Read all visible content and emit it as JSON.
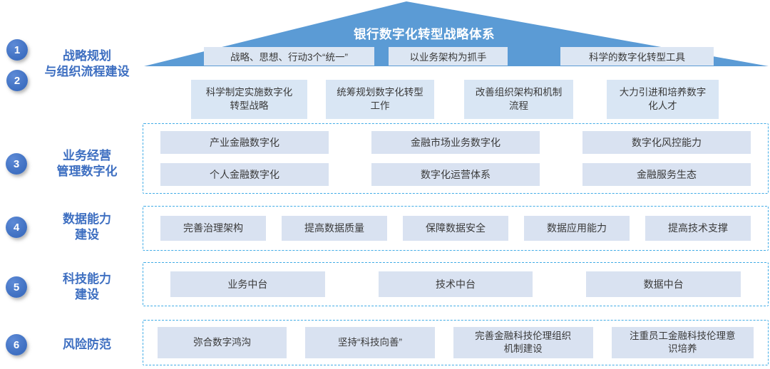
{
  "roof": {
    "title": "银行数字化转型战略体系",
    "chips": [
      "战略、思想、行动3个“统一”",
      "以业务架构为抓手",
      "科学的数字化转型工具"
    ]
  },
  "sections": [
    {
      "badges": [
        "1",
        "2"
      ],
      "label": "战略规划\n与组织流程建设"
    },
    {
      "badges": [
        "3"
      ],
      "label": "业务经营\n管理数字化"
    },
    {
      "badges": [
        "4"
      ],
      "label": "数据能力\n建设"
    },
    {
      "badges": [
        "5"
      ],
      "label": "科技能力\n建设"
    },
    {
      "badges": [
        "6"
      ],
      "label": "风险防范"
    }
  ],
  "strategy_items": [
    "科学制定实施数字化\n转型战略",
    "统筹规划数字化转型\n工作",
    "改善组织架构和机制\n流程",
    "大力引进和培养数字\n化人才"
  ],
  "business_items": [
    "产业金融数字化",
    "金融市场业务数字化",
    "数字化风控能力",
    "个人金融数字化",
    "数字化运营体系",
    "金融服务生态"
  ],
  "data_items": [
    "完善治理架构",
    "提高数据质量",
    "保障数据安全",
    "数据应用能力",
    "提高技术支撑"
  ],
  "tech_items": [
    "业务中台",
    "技术中台",
    "数据中台"
  ],
  "risk_items": [
    "弥合数字鸿沟",
    "坚持“科技向善”",
    "完善金融科技伦理组织\n机制建设",
    "注重员工金融科技伦理意\n识培养"
  ],
  "colors": {
    "roof": "#5B9BD5",
    "badge": "#3E6FC1",
    "chip_bg": "#DCE6F3",
    "box_bg": "#D9E2F1",
    "dashed_border": "#41ACE6",
    "box_text": "#3A3A3A"
  }
}
